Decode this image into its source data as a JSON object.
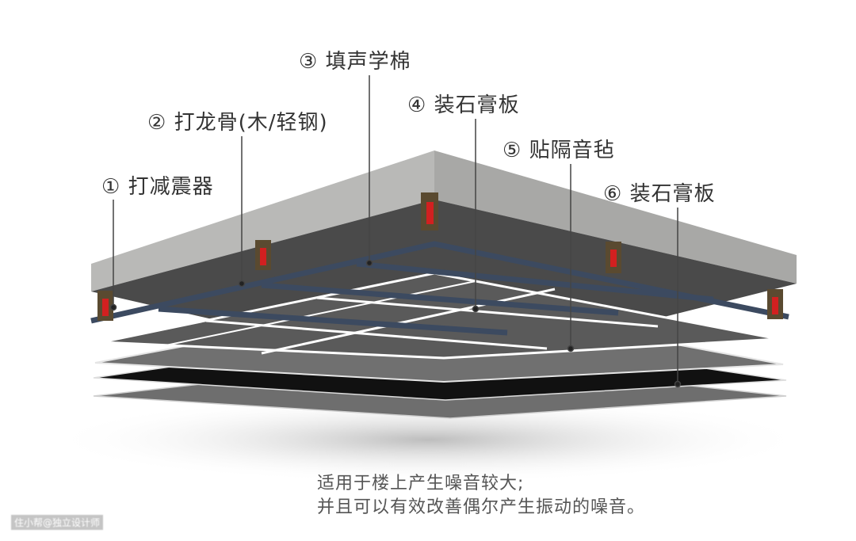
{
  "labels": [
    {
      "num": "①",
      "text": "打减震器"
    },
    {
      "num": "②",
      "text": "打龙骨(木/轻钢)"
    },
    {
      "num": "③",
      "text": "填声学棉"
    },
    {
      "num": "④",
      "text": "装石膏板"
    },
    {
      "num": "⑤",
      "text": "贴隔音毡"
    },
    {
      "num": "⑥",
      "text": "装石膏板"
    }
  ],
  "caption": {
    "line1": "适用于楼上产生噪音较大;",
    "line2": "并且可以有效改善偶尔产生振动的噪音。"
  },
  "watermark": "住小帮@独立设计师",
  "colors": {
    "slab": "#b9b9b7",
    "board": "#6b6b6b",
    "felt": "#111111",
    "frame": "#3c4a60",
    "damper": "#d22020"
  }
}
